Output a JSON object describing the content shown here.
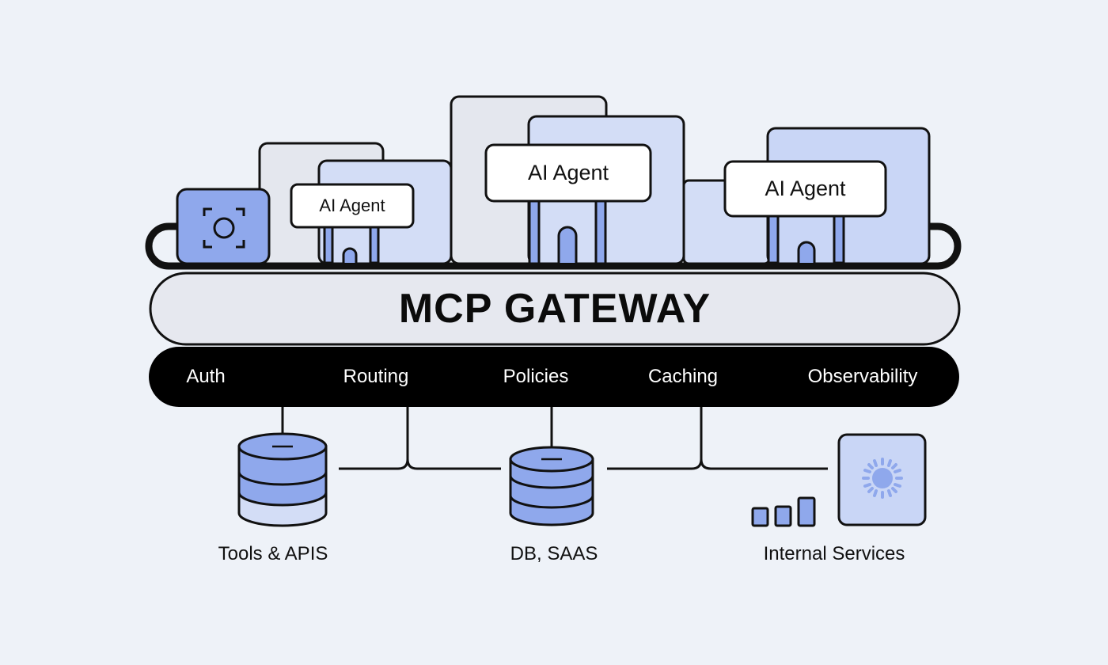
{
  "colors": {
    "background": "#eef2f8",
    "outline": "#111111",
    "card_gray": "#e4e7ee",
    "card_blue_light": "#d3ddf6",
    "card_blue": "#c4d1f5",
    "accent_blue": "#8fa8ec",
    "feature_bar": "#000000"
  },
  "gateway": {
    "title": "MCP GATEWAY"
  },
  "agents": [
    {
      "label": "AI Agent"
    },
    {
      "label": "AI Agent"
    },
    {
      "label": "AI Agent"
    }
  ],
  "features": [
    "Auth",
    "Routing",
    "Policies",
    "Caching",
    "Observability"
  ],
  "backends": [
    {
      "label": "Tools & APIS",
      "icon": "database-icon"
    },
    {
      "label": "DB, SAAS",
      "icon": "database-icon"
    },
    {
      "label": "Internal Services",
      "icon": "sun-service-icon"
    }
  ],
  "icons": {
    "camera": "camera-focus-icon",
    "bars": "bar-chart-icon"
  }
}
